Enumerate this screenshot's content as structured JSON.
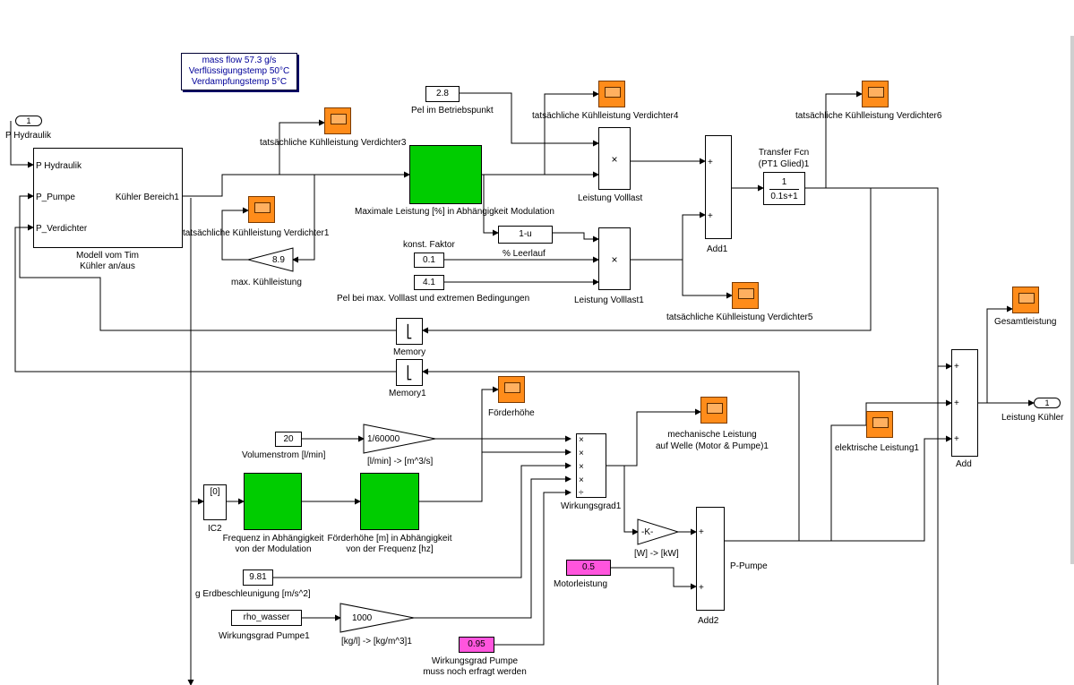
{
  "annotation": {
    "line1": "mass flow 57.3 g/s",
    "line2": "Verflüssigungstemp 50°C",
    "line3": "Verdampfungstemp 5°C"
  },
  "ports": {
    "in1_number": "1",
    "in1_name": "P Hydraulik",
    "out1_number": "1",
    "out1_name": "Leistung Kühler"
  },
  "subsystem": {
    "in_hydraulik": "P Hydraulik",
    "in_pumpe": "P_Pumpe",
    "in_verdichter": "P_Verdichter",
    "out_kuehler": "Kühler Bereich1",
    "label_line1": "Modell vom Tim",
    "label_line2": "Kühler an/aus"
  },
  "constants": {
    "pel_betriebspunkt_value": "2.8",
    "pel_betriebspunkt_label": "Pel im Betriebspunkt",
    "konst_faktor_label": "konst. Faktor",
    "konst_faktor_value": "0.1",
    "pel_max_value": "4.1",
    "pel_max_label": "Pel bei max. Volllast und extremen Bedingungen",
    "volumenstrom_value": "20",
    "volumenstrom_label": "Volumenstrom [l/min]",
    "ic_value": "[0]",
    "ic_label": "IC2",
    "g_value": "9.81",
    "g_label": "g Erdbeschleunigung [m/s^2]",
    "rho_value": "rho_wasser",
    "rho_label": "Wirkungsgrad Pumpe1",
    "motor_value": "0.5",
    "motor_label": "Motorleistung",
    "wirk_value": "0.95",
    "wirk_label1": "Wirkungsgrad Pumpe",
    "wirk_label2": "muss noch erfragt werden"
  },
  "blocks": {
    "max_leistung_label": "Maximale Leistung [%] in Abhängigkeit Modulation",
    "gain_kuehl_value": "8.9",
    "gain_kuehl_label": "max. Kühlleistung",
    "one_minus_u": "1-u",
    "leerlauf_label": "% Leerlauf",
    "product_symbol": "×",
    "leistung_volllast": "Leistung Volllast",
    "leistung_volllast1": "Leistung Volllast1",
    "add1_label": "Add1",
    "sum_plus": "+",
    "tf_title1": "Transfer Fcn",
    "tf_title2": "(PT1 Glied)1",
    "tf_num": "1",
    "tf_den": "0.1s+1",
    "memory_label": "Memory",
    "memory1_label": "Memory1",
    "gain_60000_value": "1/60000",
    "gain_60000_label": "[l/min] -> [m^3/s]",
    "freq_label1": "Frequenz in Abhängigkeit",
    "freq_label2": "von der Modulation",
    "foerder_label1": "Förderhöhe [m] in Abhängigkeit",
    "foerder_label2": "von der Frequenz [hz]",
    "wirkungsgrad1_label": "Wirkungsgrad1",
    "div_symbol": "÷",
    "gain_k_value": "-K-",
    "gain_k_label": "[W] -> [kW]",
    "add2_label": "Add2",
    "p_pumpe_label": "P-Pumpe",
    "gain_1000_value": "1000",
    "gain_1000_label": "[kg/l] -> [kg/m^3]1",
    "add_label": "Add"
  },
  "scopes": {
    "verdichter3": "tatsächliche Kühlleistung Verdichter3",
    "verdichter1": "tatsächliche Kühlleistung Verdichter1",
    "verdichter4": "tatsächliche Kühlleistung Verdichter4",
    "verdichter5": "tatsächliche Kühlleistung Verdichter5",
    "verdichter6": "tatsächliche Kühlleistung Verdichter6",
    "gesamtleistung": "Gesamtleistung",
    "foerderhoehe": "Förderhöhe",
    "mech_line1": "mechanische Leistung",
    "mech_line2": "auf Welle (Motor & Pumpe)1",
    "elektrische": "elektrische Leistung1"
  },
  "colors": {
    "scope": "#ff8c1a",
    "lookup": "#00cc00",
    "const_highlight": "#ff55dd",
    "annotation_text": "#000099"
  }
}
